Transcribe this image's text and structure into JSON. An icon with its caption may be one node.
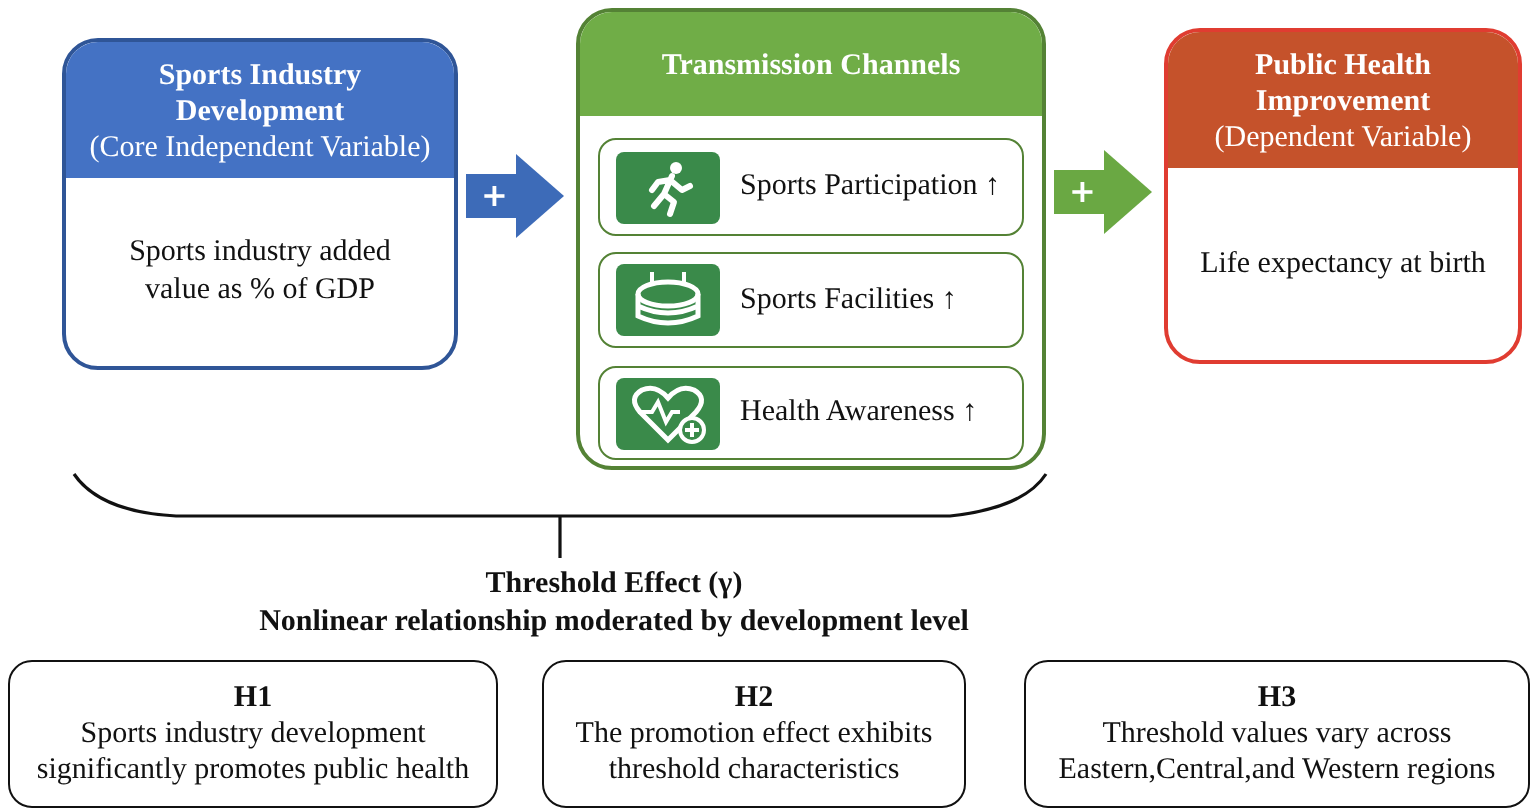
{
  "diagram": {
    "nodes": [
      {
        "text": [
          "Sports Industry Development",
          "(Core Independent Variable)",
          "Sports industry added value as % of GDP"
        ]
      },
      {
        "text": [
          "Transmission Channels"
        ]
      },
      {
        "text": [
          "Sports Participation ↑"
        ],
        "in": 1
      },
      {
        "text": [
          "Sports Facilities ↑"
        ],
        "in": 1
      },
      {
        "text": [
          "Health Awareness ↑"
        ],
        "in": 1
      },
      {
        "text": [
          "Public Health Improvement",
          "(Dependent Variable)",
          "Life expectancy at birth"
        ]
      },
      {
        "text": [
          "H1",
          "Sports industry development significantly promotes public health"
        ]
      },
      {
        "text": [
          "H2",
          "The promotion effect exhibits threshold characteristics"
        ]
      },
      {
        "text": [
          "H3",
          "Threshold values vary across Eastern,Central,and Western regions"
        ]
      }
    ],
    "edges": [
      {
        "from": 0,
        "to": 1,
        "arrow": "to",
        "label": "+",
        "color": "#3d6bb8"
      },
      {
        "from": 1,
        "to": 5,
        "arrow": "to",
        "label": "+",
        "color": "#6aa843"
      }
    ],
    "labels": [
      "Threshold Effect (γ)",
      "Nonlinear relationship moderated by development level"
    ]
  }
}
